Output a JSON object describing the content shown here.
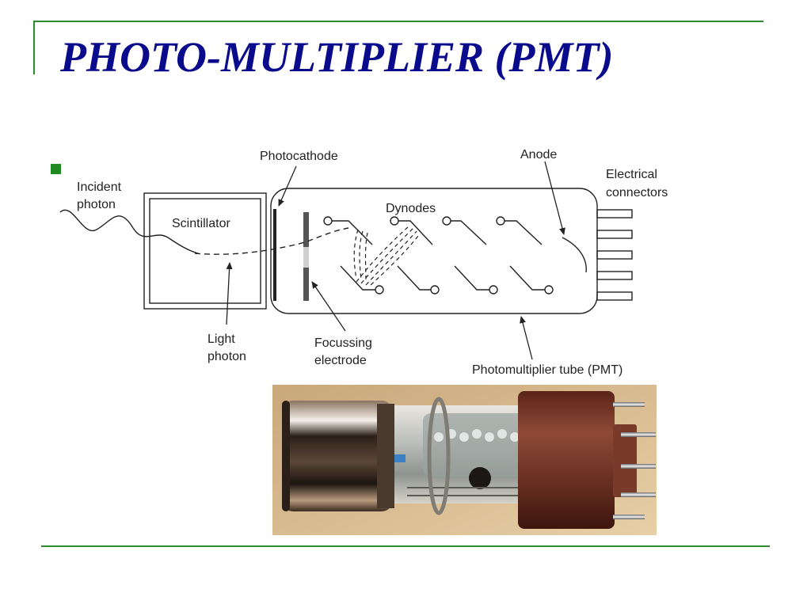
{
  "slide": {
    "title": "PHOTO-MULTIPLIER (PMT)"
  },
  "diagram": {
    "labels": {
      "incident_photon_line1": "Incident",
      "incident_photon_line2": "photon",
      "scintillator": "Scintillator",
      "photocathode": "Photocathode",
      "dynodes": "Dynodes",
      "anode": "Anode",
      "electrical_connectors_line1": "Electrical",
      "electrical_connectors_line2": "connectors",
      "light_photon_line1": "Light",
      "light_photon_line2": "photon",
      "focussing_electrode_line1": "Focussing",
      "focussing_electrode_line2": "electrode",
      "pmt": "Photomultiplier tube (PMT)"
    }
  },
  "photo": {
    "subject": "photomultiplier-tube-photo"
  },
  "colors": {
    "title": "#0a0a8c",
    "accent_green": "#2e8b2e",
    "bullet": "#1f8a1f"
  }
}
